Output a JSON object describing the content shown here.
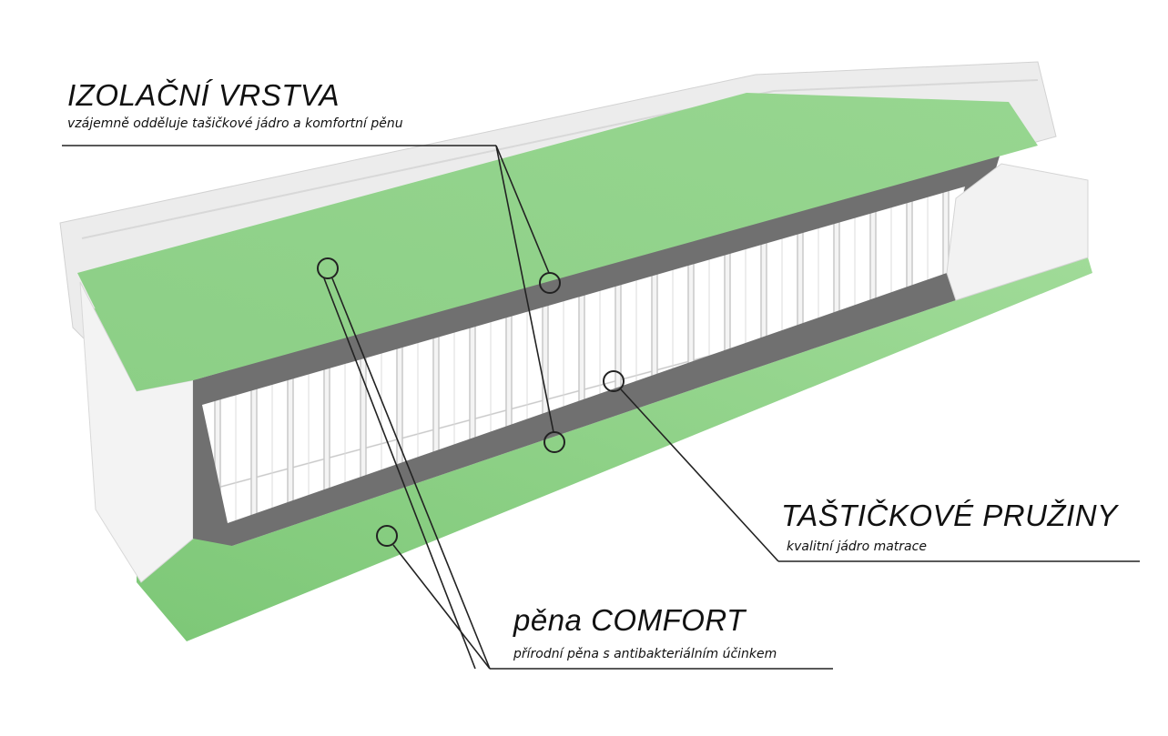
{
  "labels": {
    "insulation": {
      "title": "IZOLAČNÍ VRSTVA",
      "subtitle": "vzájemně odděluje tašičkové jádro a komfortní pěnu"
    },
    "springs": {
      "title": "TAŠTIČKOVÉ PRUŽINY",
      "subtitle": "kvalitní jádro matrace"
    },
    "comfort": {
      "title": "pěna COMFORT",
      "subtitle": "přírodní pěna s antibakteriálním účinkem"
    }
  },
  "colors": {
    "foam_green": "#8fd08a",
    "foam_green_dark": "#6fbf6a",
    "spring_white": "#f2f2f2",
    "felt_grey": "#6b6b6b",
    "cover_white": "#eeeeee",
    "line": "#222222"
  }
}
